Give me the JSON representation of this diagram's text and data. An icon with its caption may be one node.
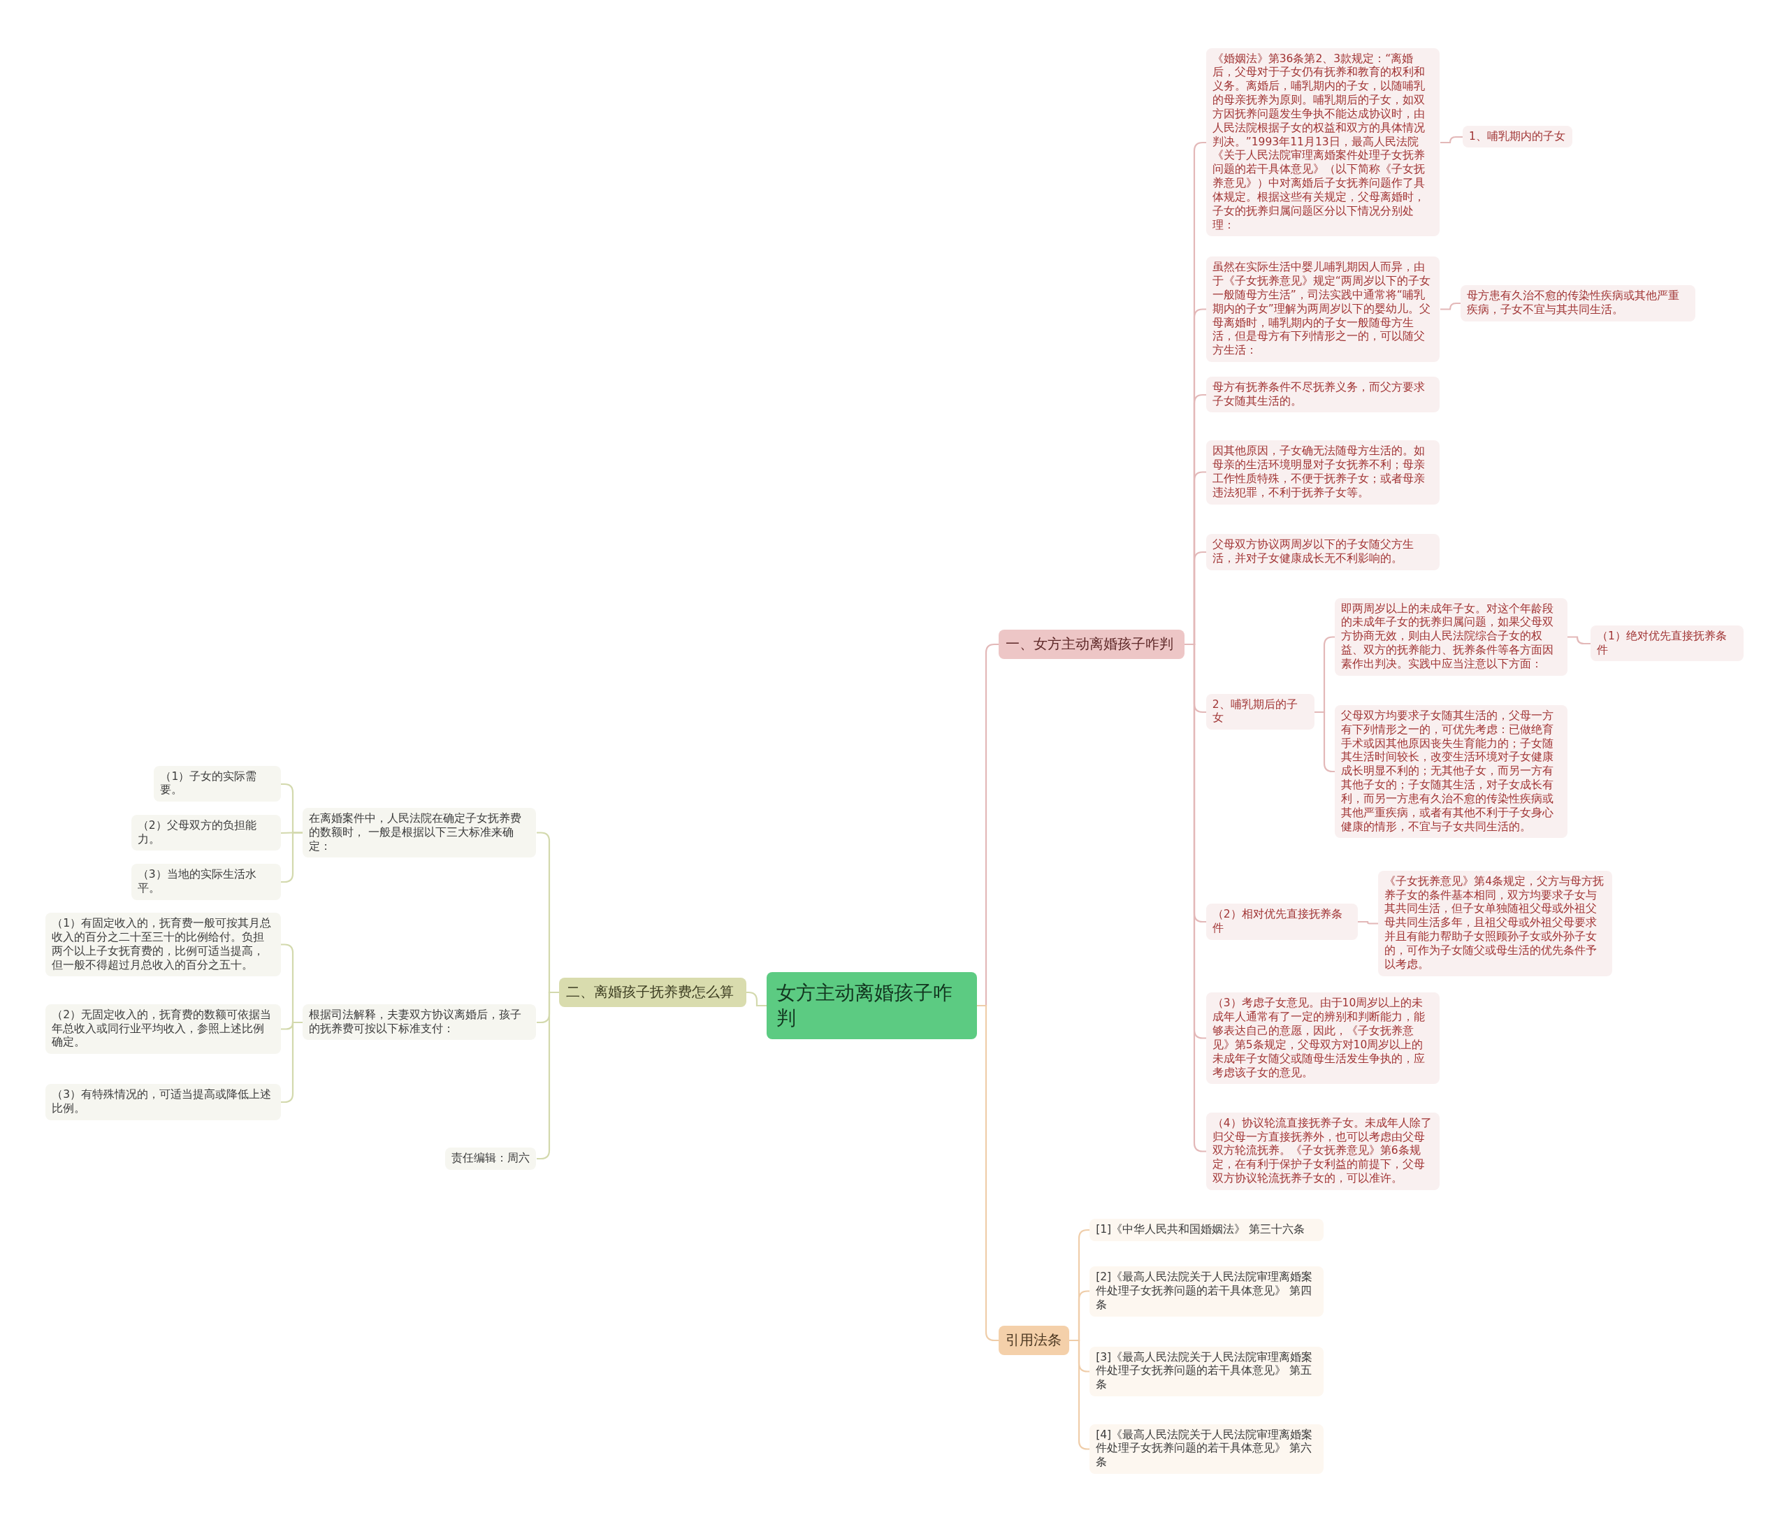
{
  "diagram": {
    "nodes": [
      {
        "text": [
          "女方主动离婚孩子咋判"
        ]
      },
      {
        "text": [
          "一、女方主动离婚孩子咋判"
        ]
      },
      {
        "text": [
          "《婚姻法》第36条第2、3款规定：“离婚后，父母对于子女仍有抚养和教育的权利和义务。离婚后，哺乳期内的子女，以随哺乳的母亲抚养为原则。哺乳期后的子女，如双方因抚养问题发生争执不能达成协议时，由人民法院根据子女的权益和双方的具体情况判决。”1993年11月13日，最高人民法院《关于人民法院审理离婚案件处理子女抚养问题的若干具体意见》（以下简称《子女抚养意见》）中对离婚后子女抚养问题作了具体规定。根据这些有关规定，父母离婚时，子女的抚养归属问题区分以下情况分别处理："
        ]
      },
      {
        "text": [
          "1、哺乳期内的子女"
        ]
      },
      {
        "text": [
          "虽然在实际生活中婴儿哺乳期因人而异，由于《子女抚养意见》规定“两周岁以下的子女一般随母方生活”，司法实践中通常将“哺乳期内的子女”理解为两周岁以下的婴幼儿。父母离婚时，哺乳期内的子女一般随母方生活，但是母方有下列情形之一的，可以随父方生活："
        ]
      },
      {
        "text": [
          "母方患有久治不愈的传染性疾病或其他严重疾病，子女不宜与其共同生活。"
        ]
      },
      {
        "text": [
          "母方有抚养条件不尽抚养义务，而父方要求子女随其生活的。"
        ]
      },
      {
        "text": [
          "因其他原因，子女确无法随母方生活的。如母亲的生活环境明显对子女抚养不利；母亲工作性质特殊，不便于抚养子女；或者母亲违法犯罪，不利于抚养子女等。"
        ]
      },
      {
        "text": [
          "父母双方协议两周岁以下的子女随父方生活，并对子女健康成长无不利影响的。"
        ]
      },
      {
        "text": [
          "2、哺乳期后的子女"
        ]
      },
      {
        "text": [
          "即两周岁以上的未成年子女。对这个年龄段的未成年子女的抚养归属问题，如果父母双方协商无效，则由人民法院综合子女的权益、双方的抚养能力、抚养条件等各方面因素作出判决。实践中应当注意以下方面："
        ]
      },
      {
        "text": [
          "（1）绝对优先直接抚养条件"
        ]
      },
      {
        "text": [
          "父母双方均要求子女随其生活的，父母一方有下列情形之一的，可优先考虑：已做绝育手术或因其他原因丧失生育能力的；子女随其生活时间较长，改变生活环境对子女健康成长明显不利的；无其他子女，而另一方有其他子女的；子女随其生活，对子女成长有利，而另一方患有久治不愈的传染性疾病或其他严重疾病，或者有其他不利于子女身心健康的情形，不宜与子女共同生活的。"
        ]
      },
      {
        "text": [
          "（2）相对优先直接抚养条件"
        ]
      },
      {
        "text": [
          "《子女抚养意见》第4条规定，父方与母方抚养子女的条件基本相同，双方均要求子女与其共同生活，但子女单独随祖父母或外祖父母共同生活多年，且祖父母或外祖父母要求并且有能力帮助子女照顾孙子女或外孙子女的，可作为子女随父或母生活的优先条件予以考虑。"
        ]
      },
      {
        "text": [
          "（3）考虑子女意见。由于10周岁以上的未成年人通常有了一定的辨别和判断能力，能够表达自己的意愿，因此，《子女抚养意见》第5条规定，父母双方对10周岁以上的未成年子女随父或随母生活发生争执的，应考虑该子女的意见。"
        ]
      },
      {
        "text": [
          "（4）协议轮流直接抚养子女。未成年人除了归父母一方直接抚养外，也可以考虑由父母双方轮流抚养。《子女抚养意见》第6条规定，在有利于保护子女利益的前提下，父母双方协议轮流抚养子女的，可以准许。"
        ]
      },
      {
        "text": [
          "二、离婚孩子抚养费怎么算"
        ]
      },
      {
        "text": [
          "在离婚案件中，人民法院在确定子女抚养费的数额时， 一般是根据以下三大标准来确定："
        ]
      },
      {
        "text": [
          "（1）子女的实际需要。"
        ]
      },
      {
        "text": [
          "（2）父母双方的负担能力。"
        ]
      },
      {
        "text": [
          "（3）当地的实际生活水平。"
        ]
      },
      {
        "text": [
          "根据司法解释，夫妻双方协议离婚后，孩子的抚养费可按以下标准支付："
        ]
      },
      {
        "text": [
          "（1）有固定收入的，抚育费一般可按其月总收入的百分之二十至三十的比例给付。负担两个以上子女抚育费的，比例可适当提高，但一般不得超过月总收入的百分之五十。"
        ]
      },
      {
        "text": [
          "（2）无固定收入的，抚育费的数额可依据当年总收入或同行业平均收入，参照上述比例确定。"
        ]
      },
      {
        "text": [
          "（3）有特殊情况的，可适当提高或降低上述比例。"
        ]
      },
      {
        "text": [
          "责任编辑：周六"
        ]
      },
      {
        "text": [
          "引用法条"
        ]
      },
      {
        "text": [
          "[1]《中华人民共和国婚姻法》 第三十六条"
        ]
      },
      {
        "text": [
          "[2]《最高人民法院关于人民法院审理离婚案件处理子女抚养问题的若干具体意见》 第四条"
        ]
      },
      {
        "text": [
          "[3]《最高人民法院关于人民法院审理离婚案件处理子女抚养问题的若干具体意见》 第五条"
        ]
      },
      {
        "text": [
          "[4]《最高人民法院关于人民法院审理离婚案件处理子女抚养问题的若干具体意见》 第六条"
        ]
      }
    ],
    "edges": [
      {
        "from": 0,
        "to": 1,
        "arrow": "none"
      },
      {
        "from": 0,
        "to": 17,
        "arrow": "none"
      },
      {
        "from": 0,
        "to": 27,
        "arrow": "none"
      },
      {
        "from": 1,
        "to": 2,
        "arrow": "none"
      },
      {
        "from": 2,
        "to": 3,
        "arrow": "none"
      },
      {
        "from": 1,
        "to": 4,
        "arrow": "none"
      },
      {
        "from": 4,
        "to": 5,
        "arrow": "none"
      },
      {
        "from": 1,
        "to": 6,
        "arrow": "none"
      },
      {
        "from": 1,
        "to": 7,
        "arrow": "none"
      },
      {
        "from": 1,
        "to": 8,
        "arrow": "none"
      },
      {
        "from": 1,
        "to": 9,
        "arrow": "none"
      },
      {
        "from": 9,
        "to": 10,
        "arrow": "none"
      },
      {
        "from": 10,
        "to": 11,
        "arrow": "none"
      },
      {
        "from": 9,
        "to": 12,
        "arrow": "none"
      },
      {
        "from": 1,
        "to": 13,
        "arrow": "none"
      },
      {
        "from": 13,
        "to": 14,
        "arrow": "none"
      },
      {
        "from": 1,
        "to": 15,
        "arrow": "none"
      },
      {
        "from": 1,
        "to": 16,
        "arrow": "none"
      },
      {
        "from": 17,
        "to": 18,
        "arrow": "none"
      },
      {
        "from": 18,
        "to": 19,
        "arrow": "none"
      },
      {
        "from": 18,
        "to": 20,
        "arrow": "none"
      },
      {
        "from": 18,
        "to": 21,
        "arrow": "none"
      },
      {
        "from": 17,
        "to": 22,
        "arrow": "none"
      },
      {
        "from": 22,
        "to": 23,
        "arrow": "none"
      },
      {
        "from": 22,
        "to": 24,
        "arrow": "none"
      },
      {
        "from": 22,
        "to": 25,
        "arrow": "none"
      },
      {
        "from": 17,
        "to": 26,
        "arrow": "none"
      },
      {
        "from": 27,
        "to": 28,
        "arrow": "none"
      },
      {
        "from": 27,
        "to": 29,
        "arrow": "none"
      },
      {
        "from": 27,
        "to": 30,
        "arrow": "none"
      },
      {
        "from": 27,
        "to": 31,
        "arrow": "none"
      }
    ]
  }
}
